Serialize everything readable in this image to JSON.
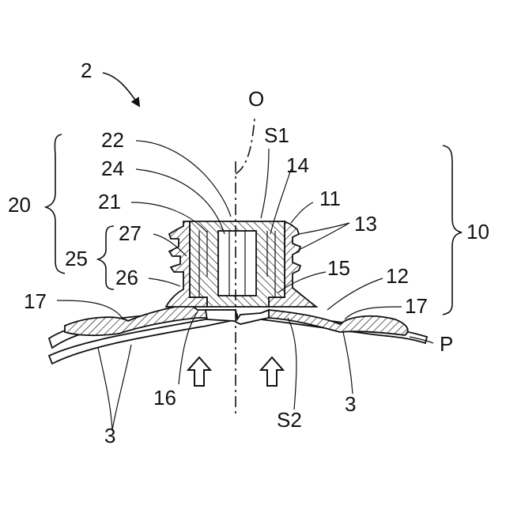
{
  "figure": {
    "labels": {
      "assembly": "2",
      "axis": "O",
      "s1": "S1",
      "s2": "S2",
      "l22": "22",
      "l24": "24",
      "l21": "21",
      "l14": "14",
      "l11": "11",
      "l13": "13",
      "l10": "10",
      "l20": "20",
      "l27": "27",
      "l25": "25",
      "l26": "26",
      "l15": "15",
      "l12": "12",
      "l17_left": "17",
      "l17_right": "17",
      "l16": "16",
      "l3_left": "3",
      "l3_right": "3",
      "lP": "P"
    },
    "colors": {
      "line": "#111111",
      "background": "#ffffff"
    },
    "icons": [
      "up-arrow-icon",
      "curved-arrow-icon"
    ]
  }
}
